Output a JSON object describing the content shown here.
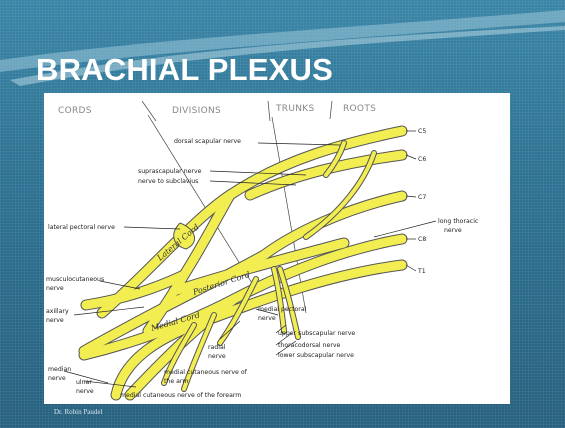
{
  "slide": {
    "title": "BRACHIAL PLEXUS",
    "footer": "Dr. Robin Paudel"
  },
  "diagram": {
    "headers": {
      "cords": "CORDS",
      "divisions": "DIVISIONS",
      "trunks": "TRUNKS",
      "roots": "ROOTS"
    },
    "roots": [
      "C5",
      "C6",
      "C7",
      "C8",
      "T1"
    ],
    "cord_labels": {
      "lateral": "Lateral Cord",
      "posterior": "Posterior Cord",
      "medial": "Medial Cord"
    },
    "nerves": {
      "dorsal_scapular": "dorsal scapular nerve",
      "suprascapular": "suprascapular nerve",
      "subclavius": "nerve to subclavius",
      "long_thoracic_1": "long thoracic",
      "long_thoracic_2": "nerve",
      "lateral_pectoral": "lateral pectoral nerve",
      "musculocutaneous_1": "musculocutaneous",
      "musculocutaneous_2": "nerve",
      "axillary_1": "axillary",
      "axillary_2": "nerve",
      "median_1": "median",
      "median_2": "nerve",
      "ulnar_1": "ulnar",
      "ulnar_2": "nerve",
      "radial_1": "radial",
      "radial_2": "nerve",
      "medial_pectoral_1": "medial pectoral",
      "medial_pectoral_2": "nerve",
      "upper_subscapular": "upper subscapular nerve",
      "thoracodorsal": "thoracodorsal nerve",
      "lower_subscapular": "lower subscapular nerve",
      "med_cut_arm_1": "medial cutaneous nerve of",
      "med_cut_arm_2": "the arm",
      "med_cut_forearm": "medial cutaneous nerve of the forearm"
    }
  },
  "colors": {
    "background": "#2f7495",
    "nerve_fill": "#f2ee52",
    "title_text": "#ffffff"
  }
}
